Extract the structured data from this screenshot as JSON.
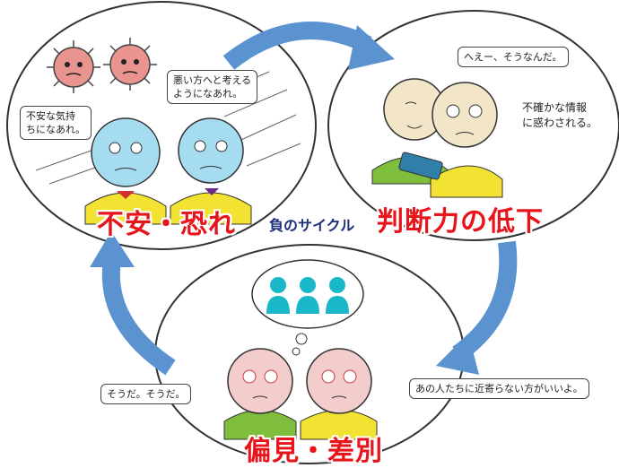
{
  "center_label": "負のサイクル",
  "stages": {
    "fear": {
      "title": "不安・恐れ",
      "bubble_left": "不安な気持\nちになあれ。",
      "bubble_right": "悪い方へと考える\nようになあれ。"
    },
    "judgment": {
      "title": "判断力の低下",
      "bubble_top": "へえー、そうなんだ。",
      "note": "不確かな情報\nに惑わされる。"
    },
    "prejudice": {
      "title": "偏見・差別",
      "bubble_left": "そうだ。そうだ。",
      "bubble_right": "あの人たちに近寄らない方がいいよ。"
    }
  },
  "colors": {
    "title_red": "#e8141b",
    "arrow_blue": "#5b93d1",
    "face_blue": "#a6dcf0",
    "face_pink": "#f3cccc",
    "shirt_yellow": "#f2e232",
    "shirt_green": "#7fbe3c",
    "virus_pink": "#e9948f",
    "silhouette_teal": "#19b8c9"
  }
}
